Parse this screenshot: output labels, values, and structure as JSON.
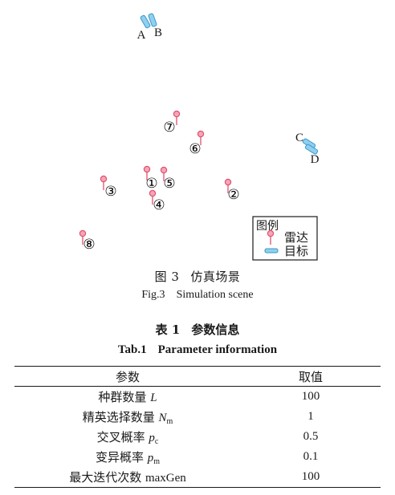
{
  "scene": {
    "targets": [
      {
        "label": "A"
      },
      {
        "label": "B"
      },
      {
        "label": "C"
      },
      {
        "label": "D"
      }
    ],
    "radars": [
      {
        "label": "①"
      },
      {
        "label": "②"
      },
      {
        "label": "③"
      },
      {
        "label": "④"
      },
      {
        "label": "⑤"
      },
      {
        "label": "⑥"
      },
      {
        "label": "⑦"
      },
      {
        "label": "⑧"
      }
    ],
    "legend": {
      "title": "图例",
      "radar": "雷达",
      "target": "目标",
      "radar_color": "#e0526e",
      "target_color": "#4aa8d8"
    }
  },
  "figure_caption": {
    "cn_num": "图 3",
    "cn_text": "仿真场景",
    "en_num": "Fig.3",
    "en_text": "Simulation scene"
  },
  "table_caption": {
    "cn_num": "表 1",
    "cn_text": "参数信息",
    "en_num": "Tab.1",
    "en_text": "Parameter information"
  },
  "table": {
    "headers": [
      "参数",
      "取值"
    ],
    "rows": [
      {
        "name": "种群数量",
        "sym": "L",
        "sub": "",
        "value": "100"
      },
      {
        "name": "精英选择数量",
        "sym": "N",
        "sub": "m",
        "value": "1"
      },
      {
        "name": "交叉概率",
        "sym": "p",
        "sub": "c",
        "value": "0.5"
      },
      {
        "name": "变异概率",
        "sym": "p",
        "sub": "m",
        "value": "0.1"
      },
      {
        "name": "最大迭代次数",
        "sym": "maxGen",
        "sub": "",
        "value": "100"
      }
    ]
  }
}
